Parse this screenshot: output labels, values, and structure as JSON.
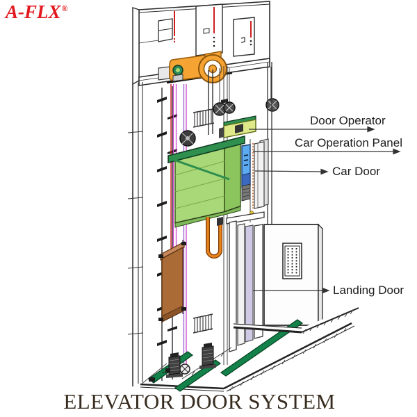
{
  "logo": {
    "text": "A-FLX",
    "registered_mark": "®",
    "color": "#e2181d"
  },
  "title": {
    "text": "ELEVATOR DOOR SYSTEM",
    "color": "#372c1f"
  },
  "callouts": [
    {
      "label": "Door Operator"
    },
    {
      "label": "Car Operation Panel"
    },
    {
      "label": "Car Door"
    },
    {
      "label": "Landing Door"
    }
  ],
  "diagram": {
    "type": "isometric elevator shaft cutaway drawing",
    "parts": [
      "machine-room",
      "controller-cabinets",
      "traction-machine",
      "overspeed-governor",
      "elevator-car",
      "door-operator",
      "car-operation-panel",
      "car-door",
      "counterweight",
      "travelling-cable",
      "guide-rails",
      "hoist-ropes",
      "landing-door",
      "hall-indicator-panel",
      "pit-buffers",
      "pit-floor"
    ],
    "colors": {
      "car_green": "#a8d878",
      "crosshead_green": "#2f8f4f",
      "cop_blue": "#5caaf0",
      "machine_orange": "#f5a433",
      "counterweight_brown": "#aa6b36",
      "travelling_cable_orange": "#e8821e",
      "rope_magenta": "#cc44cc",
      "rope_violet": "#9a5ad0",
      "cabinet_accent_red": "#cc2020",
      "pit_beam_green": "#12824a",
      "landing_door_lavender": "#cfc9e6"
    }
  }
}
